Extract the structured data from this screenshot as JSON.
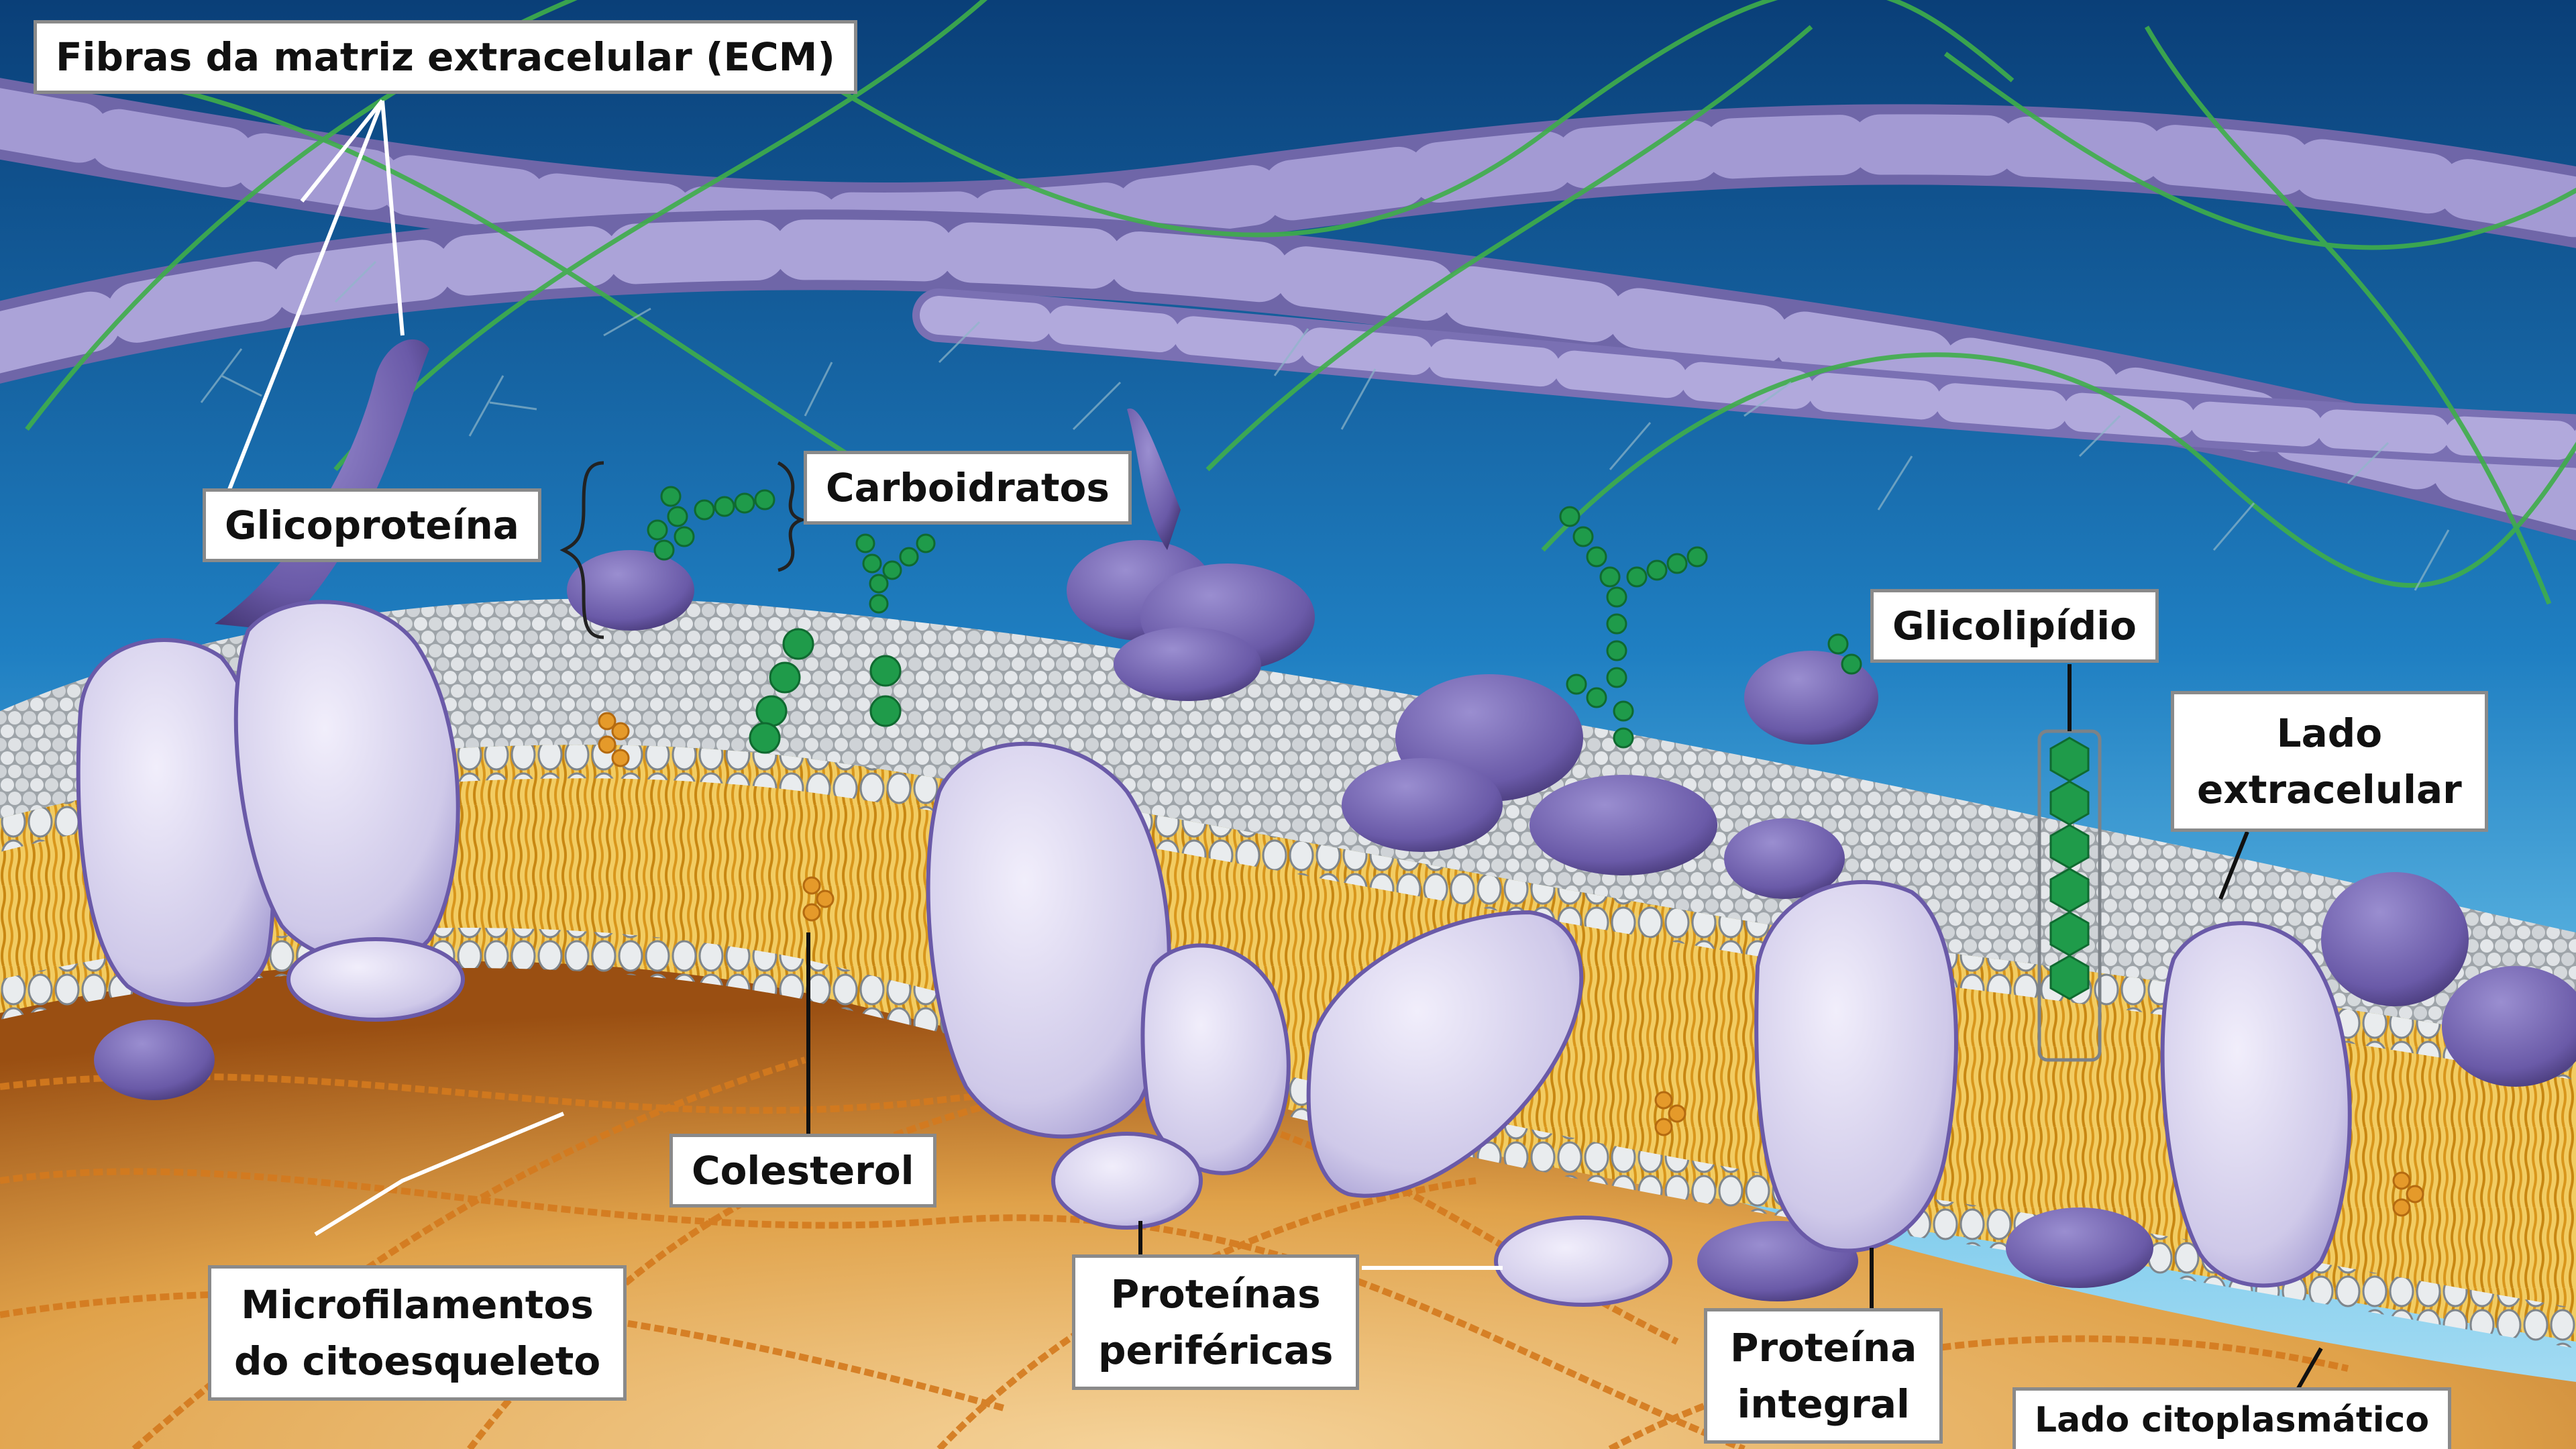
{
  "diagram": {
    "labels": {
      "ecm_fibers": "Fibras da matriz extracelular (ECM)",
      "glycoprotein": "Glicoproteína",
      "carbohydrates": "Carboidratos",
      "glycolipid": "Glicolipídio",
      "extracellular_side": [
        "Lado",
        "extracelular"
      ],
      "cholesterol": "Colesterol",
      "microfilaments": [
        "Microfilamentos",
        "do citoesqueleto"
      ],
      "peripheral_proteins": [
        "Proteínas",
        "periféricas"
      ],
      "integral_protein": [
        "Proteína",
        "integral"
      ],
      "cytoplasmic_side": "Lado citoplasmático"
    },
    "colors": {
      "extracellular_bg": "#1f7fc2",
      "cytoplasm": "#e0a24a",
      "lipid_heads": "#d9dcdf",
      "lipid_tails": "#e8b23a",
      "protein_light": "#cfc9e9",
      "protein_dark": "#6a5aa8",
      "carbohydrate": "#1f9b4a",
      "ecm_fiber": "#9a93cc",
      "ecm_strand": "#3fae4a",
      "microfilament": "#d47a1e"
    }
  }
}
